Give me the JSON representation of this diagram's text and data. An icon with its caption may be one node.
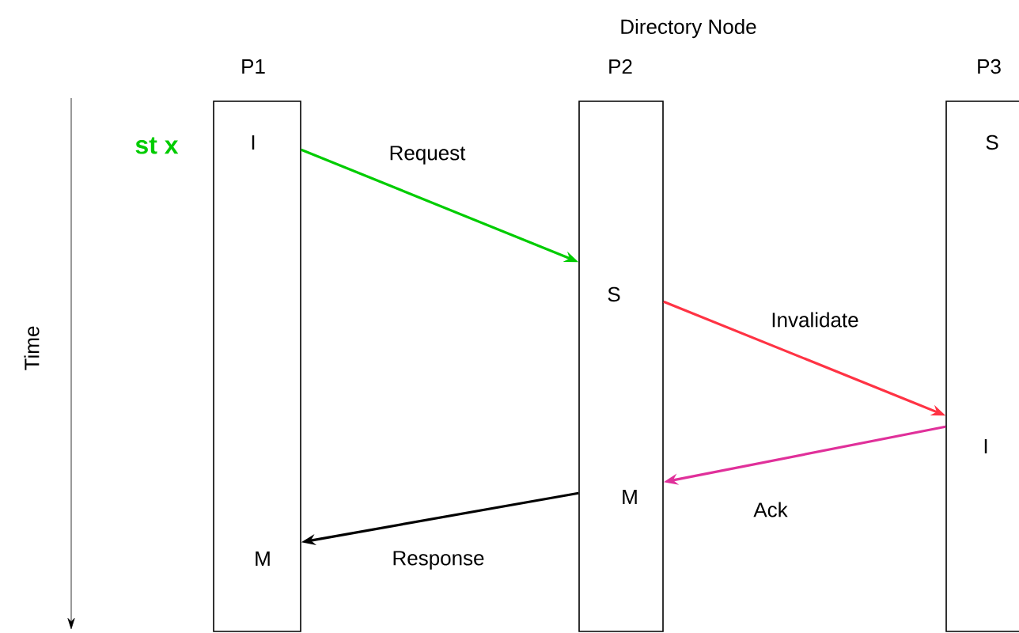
{
  "diagram": {
    "nodes": [
      {
        "text": [
          "P1",
          "I",
          "M"
        ],
        "beside": [
          "st x"
        ]
      },
      {
        "text": [
          "P2",
          "S",
          "M"
        ],
        "beside": [
          "Directory Node"
        ]
      },
      {
        "text": [
          "P3",
          "S",
          "I"
        ]
      }
    ],
    "edges": [
      {
        "from": 0,
        "to": 1,
        "arrow": "to",
        "label": "Request",
        "color": "#00cc00"
      },
      {
        "from": 1,
        "to": 2,
        "arrow": "to",
        "label": "Invalidate",
        "color": "#ff3344"
      },
      {
        "from": 2,
        "to": 1,
        "arrow": "to",
        "label": "Ack",
        "color": "#e0309a"
      },
      {
        "from": 1,
        "to": 0,
        "arrow": "to",
        "label": "Response",
        "color": "#000000"
      }
    ],
    "labels": [
      "Time"
    ]
  }
}
